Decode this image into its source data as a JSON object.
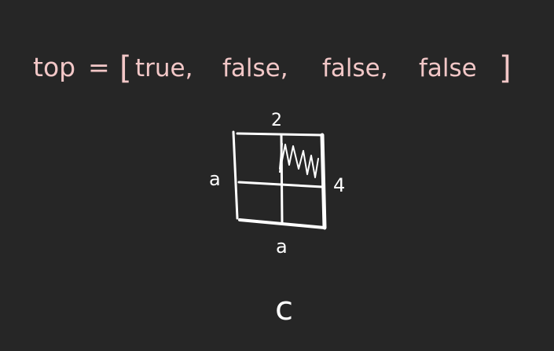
{
  "equation": {
    "variable": "top",
    "operator": "=",
    "open_bracket": "[",
    "close_bracket": "]",
    "values": [
      "true,",
      "false,",
      "false,",
      "false"
    ]
  },
  "grid": {
    "top_label": "2",
    "left_label": "a",
    "right_label": "4",
    "bottom_label": "a",
    "shaded_cell": "top-right"
  },
  "caption": "c",
  "colors": {
    "background": "#262626",
    "equation_text": "#f2c7c7",
    "sketch_line": "#ffffff"
  }
}
